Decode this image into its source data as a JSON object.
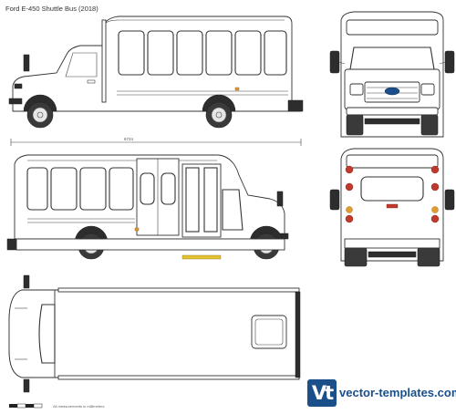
{
  "header": {
    "title": "Ford E-450 Shuttle Bus (2018)"
  },
  "dimensions": {
    "length": "6724"
  },
  "footer": {
    "scale_note": "All measurements in millimeters",
    "brand_logo": "Vt",
    "brand_name": "vector-templates.com"
  },
  "icons": [
    "side-view-left",
    "front-view",
    "side-view-right",
    "rear-view",
    "top-view"
  ],
  "colors": {
    "brand": "#1a4f8a",
    "tail_light": "#c0392b",
    "marker_light": "#e39b2f"
  }
}
